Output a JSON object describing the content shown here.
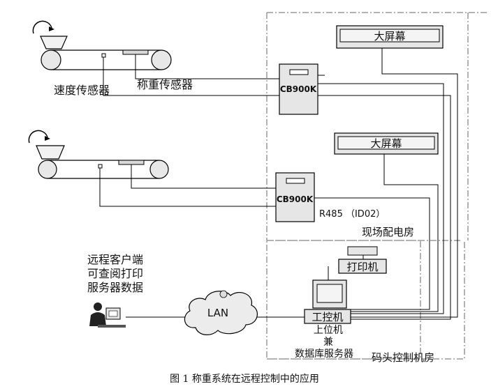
{
  "caption": "图 1   称重系统在远程控制中的应用",
  "labels": {
    "speed_sensor": "速度传感器",
    "weigh_sensor": "称重传感器",
    "big_screen_1": "大屏幕",
    "big_screen_2": "大屏幕",
    "controller_1": "CB900K",
    "controller_2": "CB900K",
    "rs485": "R485 （ID02）",
    "field_room": "现场配电房",
    "printer": "打印机",
    "ipc": "工控机",
    "upper_line1": "上位机",
    "upper_line2": "兼",
    "upper_line3": "数据库服务器",
    "dock_room": "码头控制机房",
    "lan": "LAN",
    "remote_line1": "远程客户端",
    "remote_line2": "可查阅打印",
    "remote_line3": "服务器数据"
  },
  "colors": {
    "line": "#000000",
    "box_fill": "#e6e6e6",
    "belt_fill": "#f2f2f2",
    "dash": "#555555"
  }
}
